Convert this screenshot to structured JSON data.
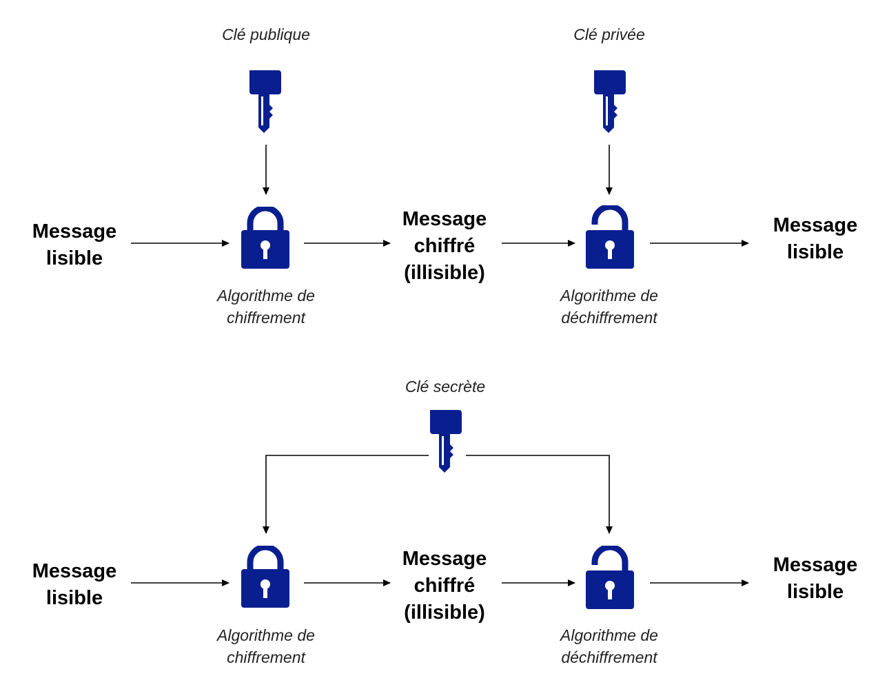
{
  "colors": {
    "icon": "#0a1f8f",
    "line": "#000000"
  },
  "asymmetric": {
    "public_key": "Clé publique",
    "private_key": "Clé privée",
    "input_line1": "Message",
    "input_line2": "lisible",
    "cipher_line1": "Message",
    "cipher_line2": "chiffré",
    "cipher_line3": "(illisible)",
    "output_line1": "Message",
    "output_line2": "lisible",
    "enc_line1": "Algorithme de",
    "enc_line2": "chiffrement",
    "dec_line1": "Algorithme de",
    "dec_line2": "déchiffrement",
    "enc_icon": "lock-closed-icon",
    "dec_icon": "lock-open-icon",
    "key_icon": "key-icon"
  },
  "symmetric": {
    "secret_key": "Clé secrète",
    "input_line1": "Message",
    "input_line2": "lisible",
    "cipher_line1": "Message",
    "cipher_line2": "chiffré",
    "cipher_line3": "(illisible)",
    "output_line1": "Message",
    "output_line2": "lisible",
    "enc_line1": "Algorithme de",
    "enc_line2": "chiffrement",
    "dec_line1": "Algorithme de",
    "dec_line2": "déchiffrement",
    "enc_icon": "lock-closed-icon",
    "dec_icon": "lock-open-icon",
    "key_icon": "key-icon"
  }
}
